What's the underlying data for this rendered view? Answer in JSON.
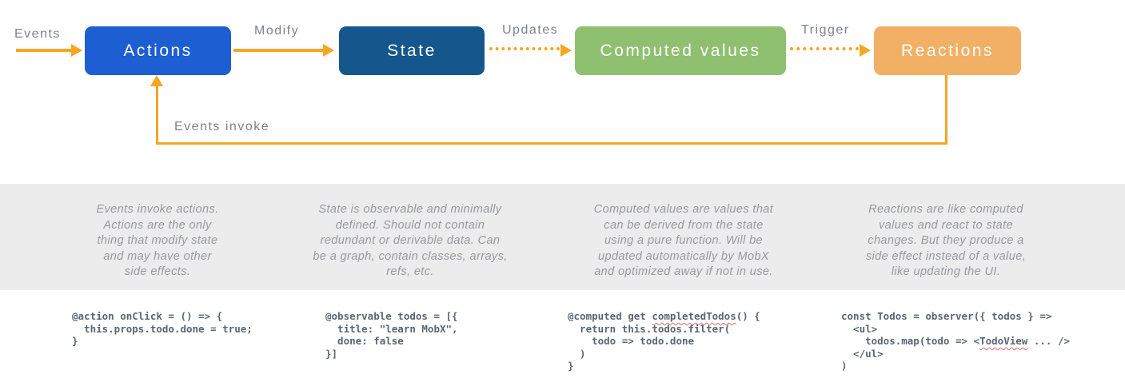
{
  "diagram": {
    "arrow_color": "#f5a623",
    "edge_label_color": "#7d838b",
    "nodes": {
      "actions": {
        "label": "Actions",
        "color": "#1d5ed2"
      },
      "state": {
        "label": "State",
        "color": "#15568d"
      },
      "computed": {
        "label": "Computed values",
        "color": "#8fc06f"
      },
      "reactions": {
        "label": "Reactions",
        "color": "#f2b066"
      }
    },
    "edge_labels": {
      "events": "Events",
      "modify": "Modify",
      "updates": "Updates",
      "trigger": "Trigger"
    },
    "feedback_label": "Events invoke"
  },
  "descriptions": {
    "actions": "Events invoke actions.\nActions are the only\nthing that modify state\nand may have other\nside effects.",
    "state": "State is observable and minimally\ndefined. Should not contain\nredundant or derivable data. Can\nbe a graph, contain classes, arrays,\nrefs, etc.",
    "computed": "Computed values are values that\ncan be derived from the state\nusing a pure function. Will be\nupdated automatically by MobX\nand optimized away if not in use.",
    "reactions": "Reactions are like computed\nvalues and react to state\nchanges. But they produce a\nside effect instead of a value,\nlike updating the UI."
  },
  "code_samples": [
    {
      "code": "@action onClick = () => {\n  this.props.todo.done = true;\n}",
      "misspelled": []
    },
    {
      "code": "@observable todos = [{\n  title: \"learn MobX\",\n  done: false\n}]",
      "misspelled": []
    },
    {
      "code": "@computed get completedTodos() {\n  return this.todos.filter(\n    todo => todo.done\n  )\n}",
      "misspelled": [
        "completedTodos"
      ]
    },
    {
      "code": "const Todos = observer({ todos } =>\n  <ul>\n    todos.map(todo => <TodoView ... />\n  </ul>\n)",
      "misspelled": [
        "TodoView"
      ]
    }
  ]
}
